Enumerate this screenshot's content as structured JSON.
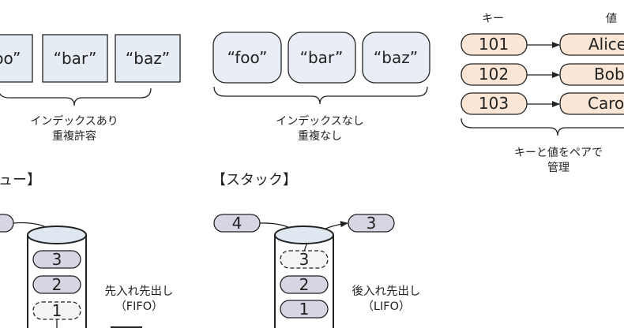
{
  "list": {
    "items": [
      "“foo”",
      "“bar”",
      "“baz”"
    ],
    "caption_line1": "インデックスあり",
    "caption_line2": "重複許容"
  },
  "set": {
    "items": [
      "“foo”",
      "“bar”",
      "“baz”"
    ],
    "caption_line1": "インデックスなし",
    "caption_line2": "重複なし"
  },
  "map": {
    "key_header": "キー",
    "value_header": "値",
    "keys": [
      "101",
      "102",
      "103"
    ],
    "values": [
      "Alice",
      "Bob",
      "Carol"
    ],
    "caption_line1": "キーと値をペアで",
    "caption_line2": "管理"
  },
  "queue": {
    "title": "ュー】",
    "stack_items": [
      "3",
      "2",
      "1"
    ],
    "note_line1": "先入れ先出し",
    "note_line2": "（FIFO）"
  },
  "stack": {
    "title": "【スタック】",
    "incoming": "4",
    "outgoing": "3",
    "stack_items": [
      "3",
      "2",
      "1"
    ],
    "note_line1": "後入れ先出し",
    "note_line2": "（LIFO）"
  },
  "colors": {
    "list_box_fill": "#e6ecf4",
    "set_box_fill": "#e9eef6",
    "key_fill": "#fbe6d6",
    "value_fill": "#fbe6d6",
    "queue_item_fill": "#d9d4e3",
    "cylinder_top": "#dfe7f1",
    "stroke": "#222222"
  }
}
